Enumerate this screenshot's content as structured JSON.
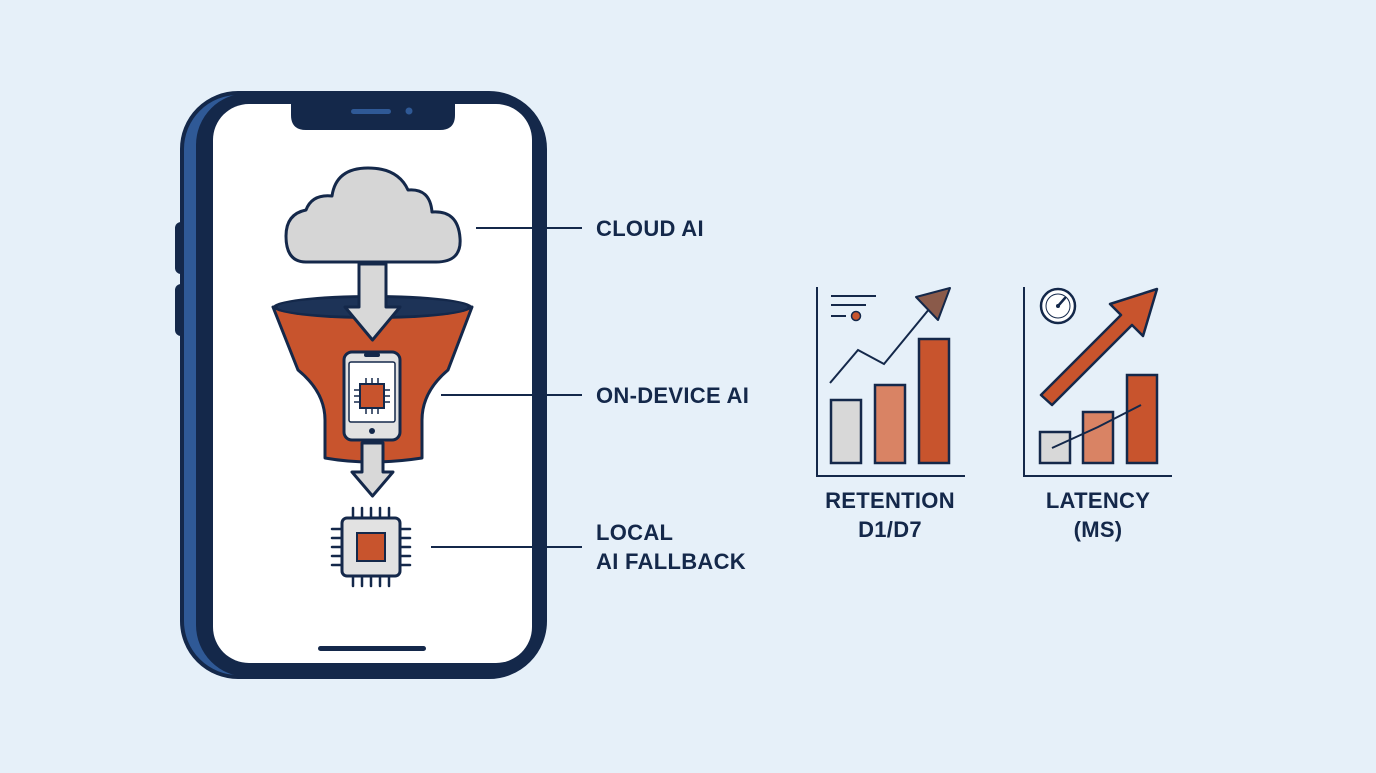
{
  "labels": {
    "cloud": "CLOUD AI",
    "on_device": "ON-DEVICE AI",
    "local_line1": "LOCAL",
    "local_line2": "AI FALLBACK"
  },
  "metrics": [
    {
      "line1": "RETENTION",
      "line2": "D1/D7"
    },
    {
      "line1": "LATENCY",
      "line2": "(MS)"
    }
  ],
  "colors": {
    "background": "#e6f0f9",
    "navy": "#14284a",
    "phone_body": "#2f5996",
    "orange": "#c8542d",
    "orange_light": "#d98364",
    "grey": "#d8d8d8",
    "cloud": "#d6d6d6",
    "brown": "#8a5a4a"
  },
  "icons": [
    "phone-frame",
    "cloud-icon",
    "funnel-icon",
    "phone-chip-icon",
    "chip-icon",
    "document-icon",
    "gauge-icon",
    "trend-arrow-icon"
  ]
}
